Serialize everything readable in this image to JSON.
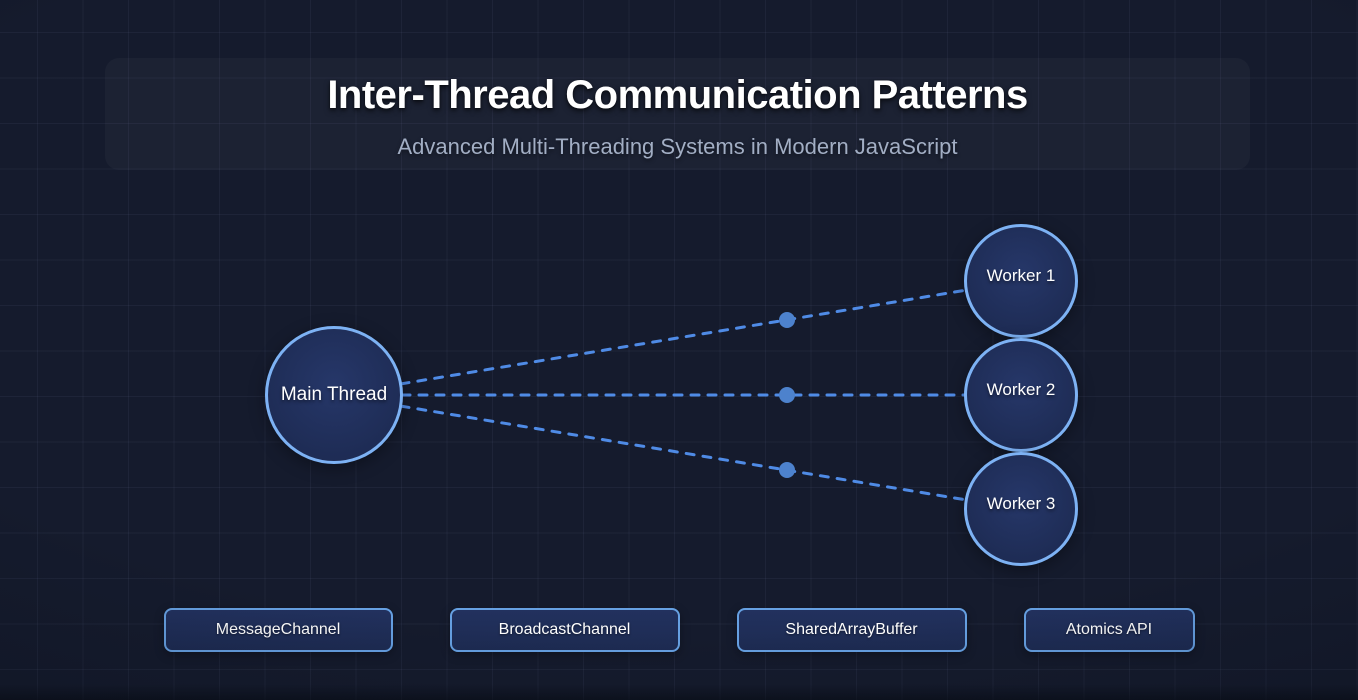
{
  "header": {
    "title": "Inter-Thread Communication Patterns",
    "subtitle": "Advanced Multi-Threading Systems in Modern JavaScript"
  },
  "diagram": {
    "main_node": {
      "label": "Main Thread"
    },
    "workers": [
      {
        "label": "Worker 1"
      },
      {
        "label": "Worker 2"
      },
      {
        "label": "Worker 3"
      }
    ],
    "connection_style": "dashed"
  },
  "patterns": [
    {
      "label": "MessageChannel"
    },
    {
      "label": "BroadcastChannel"
    },
    {
      "label": "SharedArrayBuffer"
    },
    {
      "label": "Atomics API"
    }
  ],
  "colors": {
    "background": "#151b2d",
    "node_fill": "#1e2c55",
    "node_border": "#7db2f4",
    "connection_line": "#4f8be6",
    "packet_dot": "#4d82cd",
    "button_border": "#66a0e2",
    "title_text": "#ffffff",
    "subtitle_text": "#a2aec4"
  }
}
